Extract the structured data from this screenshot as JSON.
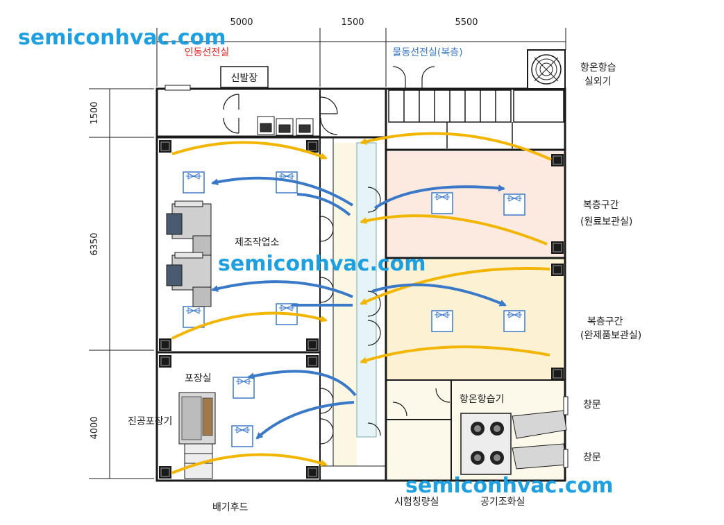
{
  "dimensions": {
    "top": [
      "5000",
      "1500",
      "5500"
    ],
    "left": [
      "1500",
      "6350",
      "4000"
    ]
  },
  "watermark": "semiconhvac.com",
  "labels": {
    "person_airlock": "인동선전실",
    "material_airlock": "물동선전실(복층)",
    "shoe_room": "신발장",
    "outdoor_unit_line1": "항온항습",
    "outdoor_unit_line2": "실외기",
    "mezzanine_raw_line1": "복층구간",
    "mezzanine_raw_line2": "(원료보관실)",
    "mezzanine_finished_line1": "복층구간",
    "mezzanine_finished_line2": "(완제품보관실)",
    "manufacturing": "제조작업소",
    "packaging": "포장실",
    "vacuum_packer": "진공포장기",
    "hvac_unit": "항온항습기",
    "window_1": "창문",
    "window_2": "창문",
    "exhaust_hood": "배기후드",
    "weighing_room": "시험칭량실",
    "air_handling_room": "공기조화실"
  },
  "colors": {
    "wall": "#1a1a1a",
    "supply_arrow": "#f2b600",
    "flow_arrow": "#3a78c8",
    "mezzanine_raw_fill": "#fce9e0",
    "mezzanine_finished_fill": "#fdf1d4",
    "corridor_fill": "#fbf7e3",
    "passbox_fill": "#e6f4f8",
    "person_label": "#e02020",
    "material_label": "#3a78c8",
    "watermark": "#1e9fe0"
  }
}
